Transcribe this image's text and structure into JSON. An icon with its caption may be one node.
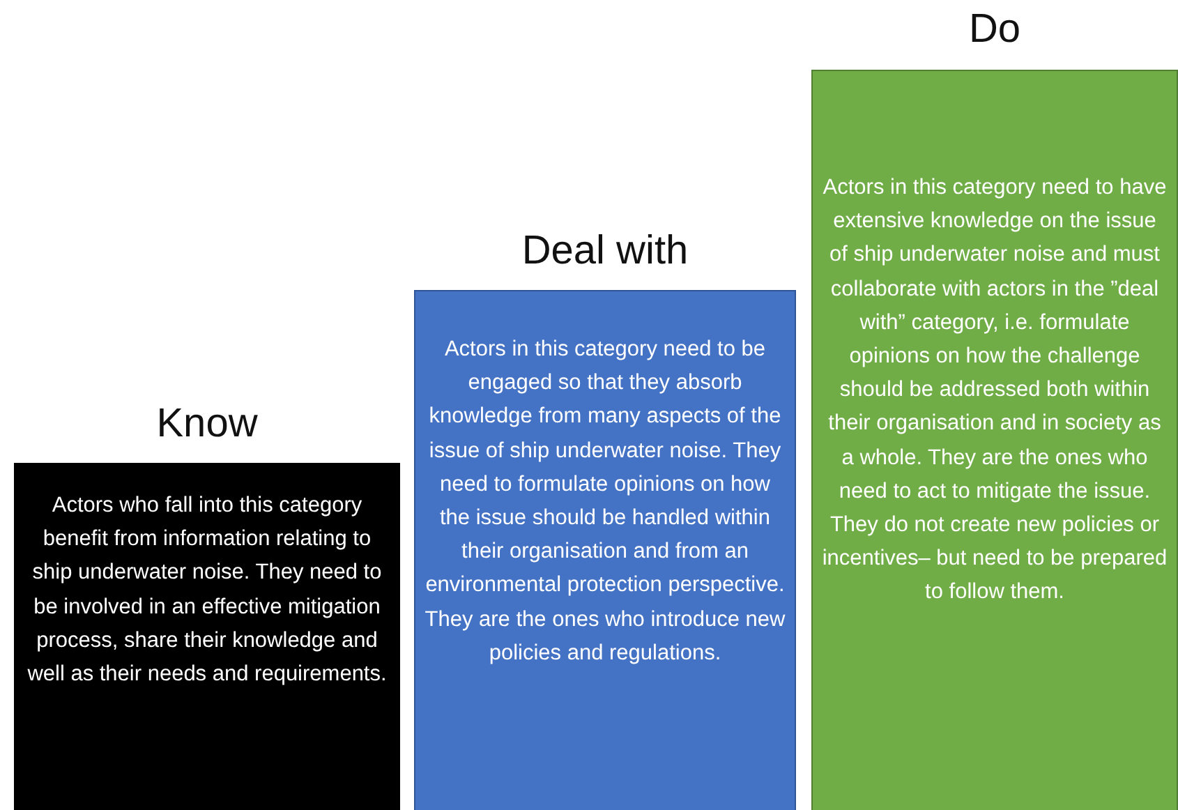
{
  "diagram": {
    "nodes": [
      {
        "text": [
          "Know",
          "Actors who fall into this category benefit from information relating to ship underwater noise. They need to be involved in an effective mitigation process, share their knowledge and well as their needs and requirements."
        ]
      },
      {
        "text": [
          "Deal with",
          "Actors in this category need to be engaged so that they absorb knowledge from many aspects of the issue of ship underwater noise. They need to formulate opinions on how the issue should be handled within their organisation and from an environmental protection perspective. They are the ones who introduce new policies and regulations."
        ]
      },
      {
        "text": [
          "Do",
          "Actors in this category need to have extensive knowledge on the issue of ship underwater noise and must collaborate with actors in the ”deal with” category, i.e. formulate opinions on how the challenge should be addressed both within their organisation and in society as a whole. They are the ones who need to act to mitigate the issue. They do not create new policies or incentives– but need to be prepared to follow them."
        ]
      }
    ]
  }
}
